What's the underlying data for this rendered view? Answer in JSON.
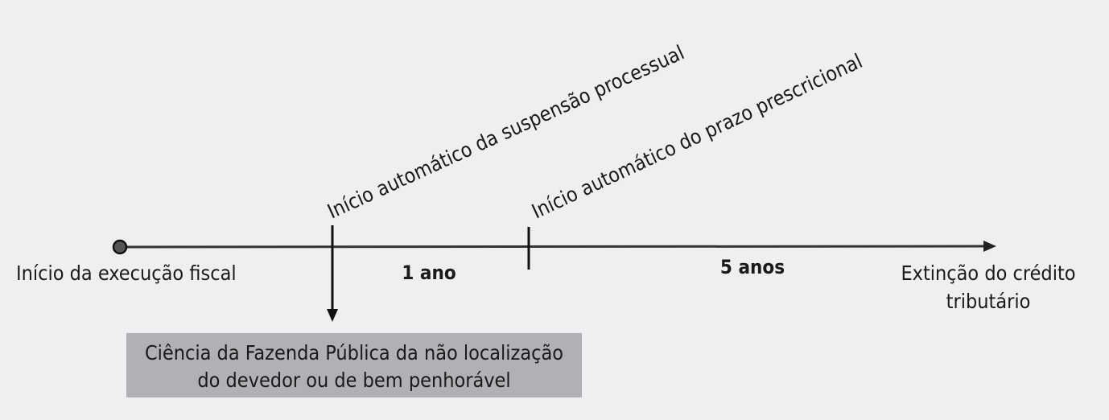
{
  "start_label": "Início da execução fiscal",
  "end_label_line1": "Extinção do crédito",
  "end_label_line2": "tributário",
  "suspension_label": "Início automático da suspensão processual",
  "prescription_label": "Início automático do prazo prescricional",
  "interval_1": "1 ano",
  "interval_2": "5 anos",
  "box_line1": "Ciência da Fazenda Pública da não localização",
  "box_line2": "do devedor ou de bem penhorável",
  "colors": {
    "background": "#eeeff1",
    "box": "#b1b0b5",
    "line": "#333333"
  }
}
